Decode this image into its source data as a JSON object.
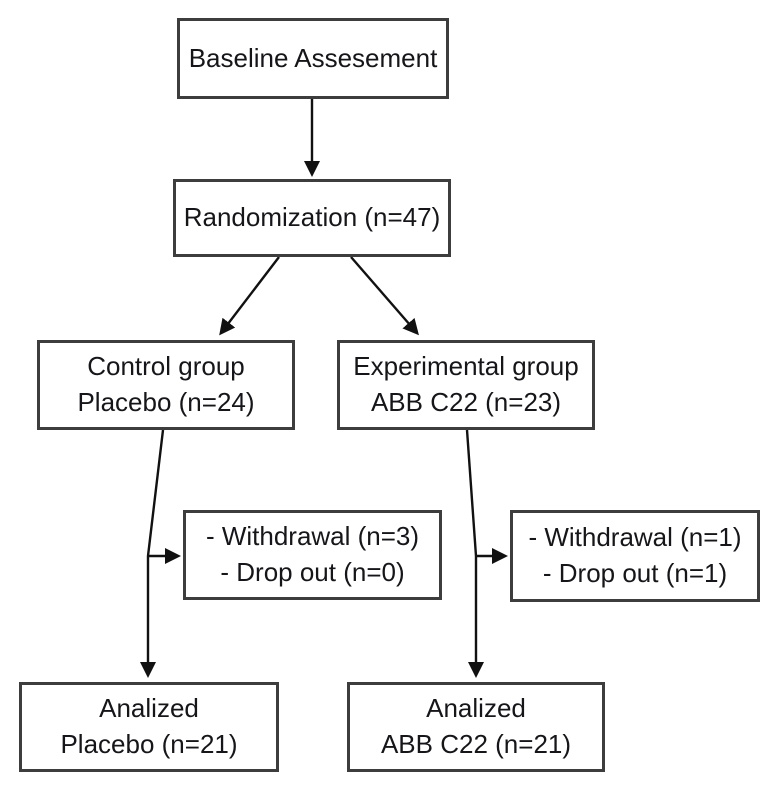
{
  "diagram": {
    "type": "flowchart",
    "boxes": {
      "baseline": {
        "line1": "Baseline Assesement"
      },
      "randomization": {
        "line1": "Randomization (n=47)"
      },
      "control": {
        "line1": "Control group",
        "line2": "Placebo (n=24)"
      },
      "experimental": {
        "line1": "Experimental group",
        "line2": "ABB C22 (n=23)"
      },
      "control_exclusions": {
        "line1": "- Withdrawal (n=3)",
        "line2": "- Drop out (n=0)"
      },
      "experimental_exclusions": {
        "line1": "- Withdrawal (n=1)",
        "line2": "- Drop out (n=1)"
      },
      "control_analyzed": {
        "line1": "Analized",
        "line2": "Placebo (n=21)"
      },
      "experimental_analyzed": {
        "line1": "Analized",
        "line2": "ABB C22 (n=21)"
      }
    },
    "counts": {
      "randomized": 47,
      "control_allocated": 24,
      "experimental_allocated": 23,
      "control_withdrawal": 3,
      "control_dropout": 0,
      "experimental_withdrawal": 1,
      "experimental_dropout": 1,
      "control_analyzed": 21,
      "experimental_analyzed": 21
    },
    "colors": {
      "background": "#ffffff",
      "border": "#3d3d3d",
      "text": "#16161a",
      "arrow": "#111111"
    }
  }
}
